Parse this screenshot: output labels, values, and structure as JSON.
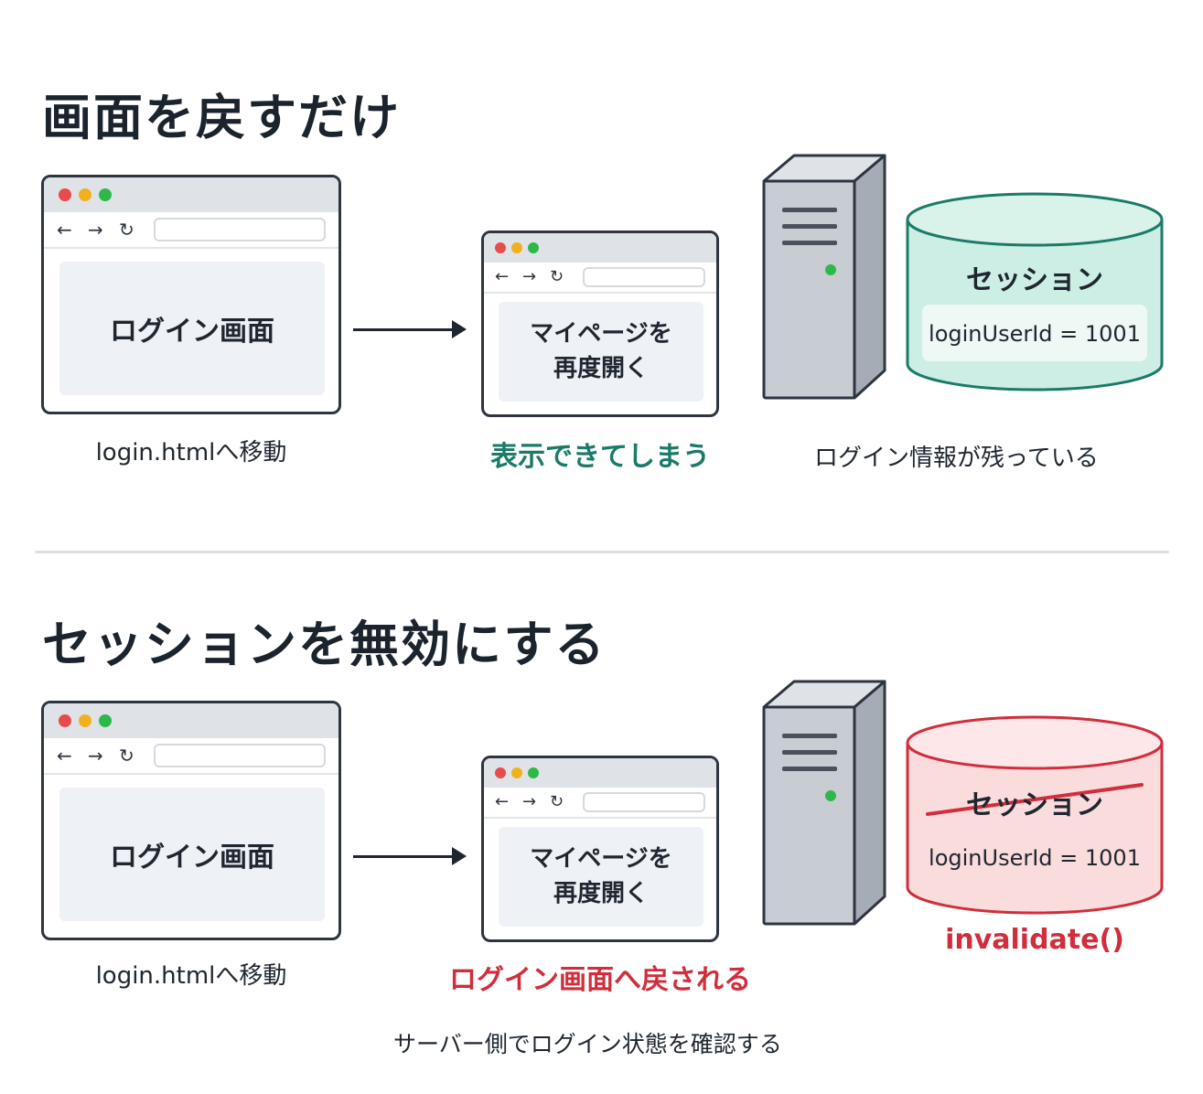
{
  "colors": {
    "ok": "#1b7a68",
    "ng": "#d02e3c",
    "dot_red": "#e84b4b",
    "dot_yellow": "#f2b01e",
    "dot_green": "#2fb84a"
  },
  "icons": {
    "back": "←",
    "forward": "→",
    "reload": "↻"
  },
  "section1": {
    "title": "画面を戻すだけ",
    "browser1": {
      "content": "ログイン画面",
      "caption": "login.htmlへ移動"
    },
    "browser2": {
      "content": "マイページを\n再度開く",
      "caption": "表示できてしまう"
    },
    "session": {
      "label": "セッション",
      "value": "loginUserId = 1001"
    },
    "note": "ログイン情報が残っている"
  },
  "section2": {
    "title": "セッションを無効にする",
    "browser1": {
      "content": "ログイン画面",
      "caption": "login.htmlへ移動"
    },
    "browser2": {
      "content": "マイページを\n再度開く",
      "caption": "ログイン画面へ戻される"
    },
    "session": {
      "label": "セッション",
      "value": "loginUserId = 1001"
    },
    "method": "invalidate()",
    "note": "サーバー側でログイン状態を確認する"
  }
}
